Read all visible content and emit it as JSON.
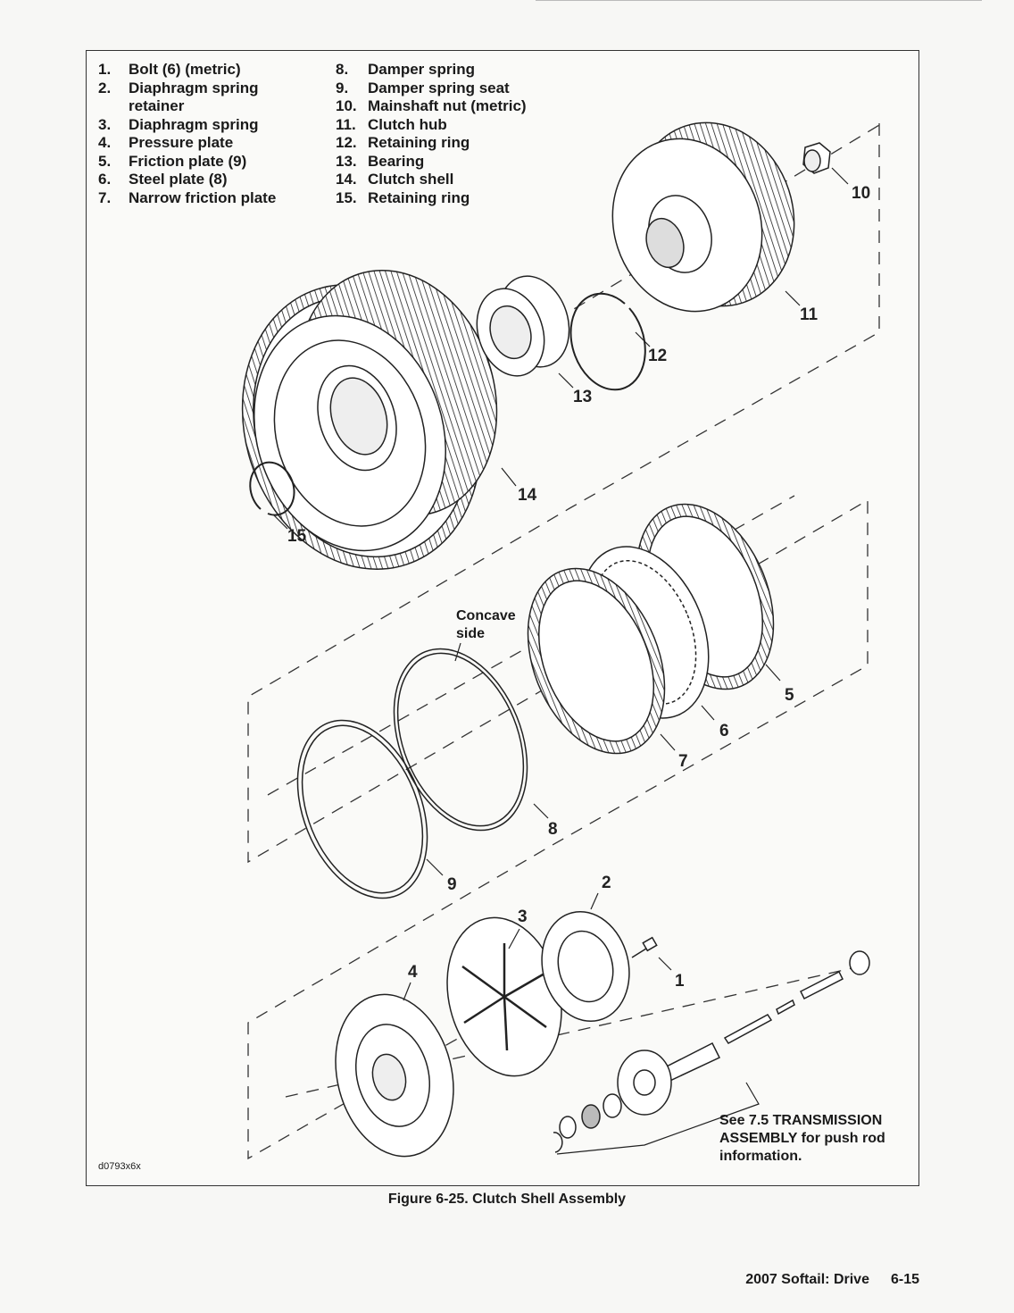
{
  "legend_left": [
    {
      "num": "1.",
      "label": "Bolt (6) (metric)"
    },
    {
      "num": "2.",
      "label": "Diaphragm spring retainer"
    },
    {
      "num": "3.",
      "label": "Diaphragm spring"
    },
    {
      "num": "4.",
      "label": "Pressure plate"
    },
    {
      "num": "5.",
      "label": "Friction plate (9)"
    },
    {
      "num": "6.",
      "label": "Steel plate (8)"
    },
    {
      "num": "7.",
      "label": "Narrow friction plate"
    }
  ],
  "legend_right": [
    {
      "num": "8.",
      "label": "Damper spring"
    },
    {
      "num": "9.",
      "label": "Damper spring seat"
    },
    {
      "num": "10.",
      "label": "Mainshaft nut (metric)"
    },
    {
      "num": "11.",
      "label": "Clutch hub"
    },
    {
      "num": "12.",
      "label": "Retaining ring"
    },
    {
      "num": "13.",
      "label": "Bearing"
    },
    {
      "num": "14.",
      "label": "Clutch shell"
    },
    {
      "num": "15.",
      "label": "Retaining ring"
    }
  ],
  "callouts": {
    "c1": "1",
    "c2": "2",
    "c3": "3",
    "c4": "4",
    "c5": "5",
    "c6": "6",
    "c7": "7",
    "c8": "8",
    "c9": "9",
    "c10": "10",
    "c11": "11",
    "c12": "12",
    "c13": "13",
    "c14": "14",
    "c15": "15"
  },
  "concave_note": "Concave side",
  "see_note": "See 7.5 TRANSMISSION ASSEMBLY for push rod information.",
  "figure_code": "d0793x6x",
  "caption": "Figure 6-25. Clutch Shell Assembly",
  "footer": {
    "title": "2007 Softail: Drive",
    "page": "6-15"
  }
}
